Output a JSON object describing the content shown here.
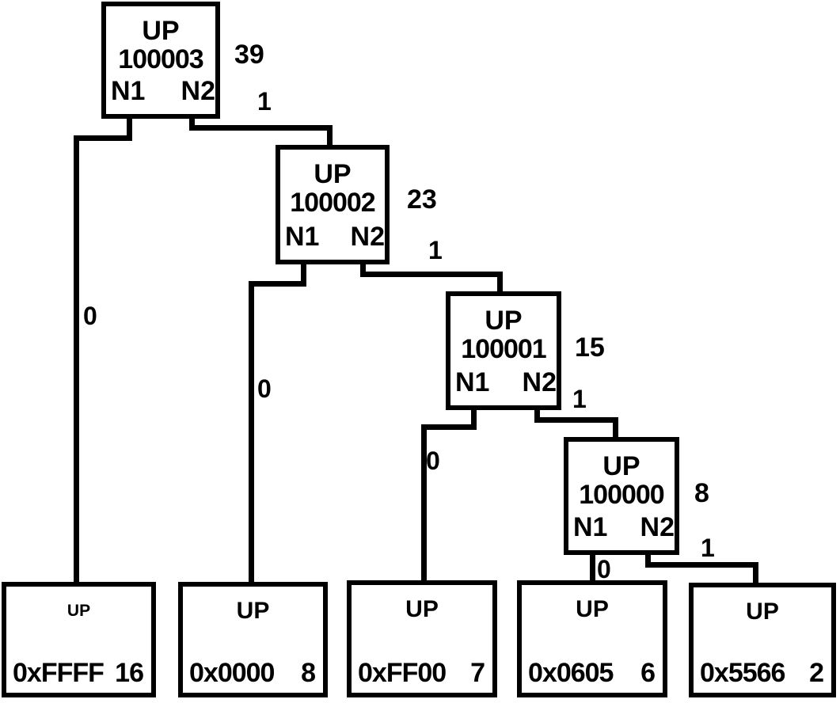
{
  "diagram": {
    "type": "binary-tree",
    "background_color": "#ffffff",
    "ink_color": "#000000",
    "internal_nodes": [
      {
        "up_label": "UP",
        "id": "100003",
        "port_left": "N1",
        "port_right": "N2",
        "weight": "39"
      },
      {
        "up_label": "UP",
        "id": "100002",
        "port_left": "N1",
        "port_right": "N2",
        "weight": "23"
      },
      {
        "up_label": "UP",
        "id": "100001",
        "port_left": "N1",
        "port_right": "N2",
        "weight": "15"
      },
      {
        "up_label": "UP",
        "id": "100000",
        "port_left": "N1",
        "port_right": "N2",
        "weight": "8"
      }
    ],
    "leaf_nodes": [
      {
        "up_label": "UP",
        "value": "0xFFFF",
        "count": "16"
      },
      {
        "up_label": "UP",
        "value": "0x0000",
        "count": "8"
      },
      {
        "up_label": "UP",
        "value": "0xFF00",
        "count": "7"
      },
      {
        "up_label": "UP",
        "value": "0x0605",
        "count": "6"
      },
      {
        "up_label": "UP",
        "value": "0x5566",
        "count": "2"
      }
    ],
    "edge_labels": {
      "root_n1": "0",
      "root_n2": "1",
      "n100002_n1": "0",
      "n100002_n2": "1",
      "n100001_n1": "0",
      "n100001_n2": "1",
      "n100000_n1": "0",
      "n100000_n2": "1"
    }
  }
}
